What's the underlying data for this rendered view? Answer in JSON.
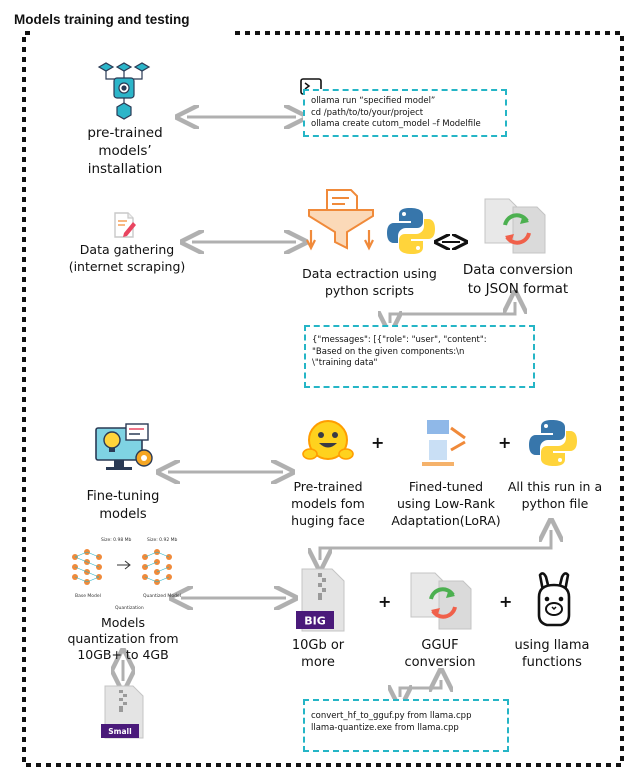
{
  "title": "Models training and testing",
  "steps": {
    "install": {
      "label_lines": [
        "pre-trained",
        "models’",
        "installation"
      ]
    },
    "gathering": {
      "label_lines": [
        "Data gathering",
        "(internet scraping)"
      ]
    },
    "extraction": {
      "label_lines": [
        "Data ectraction using",
        "python scripts"
      ]
    },
    "conversion": {
      "label_lines": [
        "Data conversion",
        "to JSON format"
      ]
    },
    "finetuning": {
      "label_lines": [
        "Fine-tuning",
        "models"
      ]
    },
    "hf": {
      "label_lines": [
        "Pre-trained",
        "models fom",
        "huging face"
      ]
    },
    "lora": {
      "label_lines": [
        "Fined-tuned",
        "using Low-Rank",
        "Adaptation(LoRA)"
      ]
    },
    "python_file": {
      "label_lines": [
        "All this run in a",
        "python file"
      ]
    },
    "quant": {
      "label_lines": [
        "Models",
        "quantization from",
        "10GB+ to  4GB"
      ]
    },
    "big": {
      "label_lines": [
        "10Gb or",
        "more"
      ],
      "badge": "BIG"
    },
    "gguf": {
      "label_lines": [
        "GGUF",
        "conversion"
      ]
    },
    "llama": {
      "label_lines": [
        "using llama",
        "functions"
      ]
    },
    "small": {
      "badge": "Small"
    }
  },
  "code_boxes": {
    "ollama": [
      "ollama run “specified model”",
      "cd /path/to/to/your/project",
      "ollama create cutom_model –f Modelfile"
    ],
    "json": [
      "{\"messages\": [{\"role\": \"user\", \"content\":",
      "\"Based on the given components:\\n",
      "\\\"training data\""
    ],
    "gguf": [
      "convert_hf_to_gguf.py from llama.cpp",
      "llama-quantize.exe from llama.cpp"
    ]
  },
  "quant_figure": {
    "size_left": "Size: 0.98 Mb",
    "size_right": "Size: 0.92 Mb",
    "base_label": "Base Model",
    "quant_label": "Quantized Model",
    "caption": "Quantization"
  },
  "plus_sign": "+",
  "colors": {
    "dashed_box": "#25b5c6",
    "arrow": "#b0b0b0",
    "frame": "#111111",
    "big_badge": "#4a1a7a"
  }
}
